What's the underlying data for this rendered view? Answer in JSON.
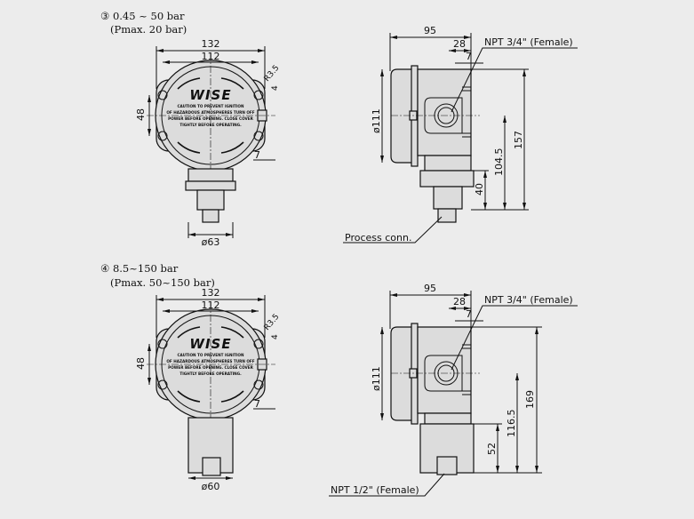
{
  "section_3": {
    "title": "③ 0.45 ~ 50 bar",
    "subtitle": "(Pmax. 20 bar)",
    "front": {
      "width_outer": "132",
      "width_inner": "112",
      "hole_spacing": "48",
      "radius": "R3.5",
      "dim_4": "4",
      "dim_7": "7",
      "diameter": "ø63"
    },
    "side": {
      "depth": "95",
      "dim_28": "28",
      "dim_7": "7",
      "conduit": "NPT 3/4\" (Female)",
      "cover_dia": "ø111",
      "height_total": "157",
      "height_center": "104.5",
      "height_base": "40",
      "connection": "Process conn."
    }
  },
  "section_4": {
    "title": "④ 8.5~150 bar",
    "subtitle": "(Pmax. 50~150 bar)",
    "front": {
      "width_outer": "132",
      "width_inner": "112",
      "hole_spacing": "48",
      "radius": "R3.5",
      "dim_4": "4",
      "dim_7": "7",
      "diameter": "ø60"
    },
    "side": {
      "depth": "95",
      "dim_28": "28",
      "dim_7": "7",
      "conduit": "NPT 3/4\" (Female)",
      "cover_dia": "ø111",
      "height_total": "169",
      "height_center": "116.5",
      "height_base": "52",
      "connection": "NPT 1/2\" (Female)"
    }
  },
  "nameplate": {
    "logo": "WISE",
    "lines": [
      "CAUTION TO PREVENT IGNITION",
      "OF HAZARDOUS ATMOSPHERES TURN OFF",
      "POWER BEFORE OPENING.  CLOSE COVER",
      "TIGHTLY BEFORE OPERATING."
    ]
  }
}
